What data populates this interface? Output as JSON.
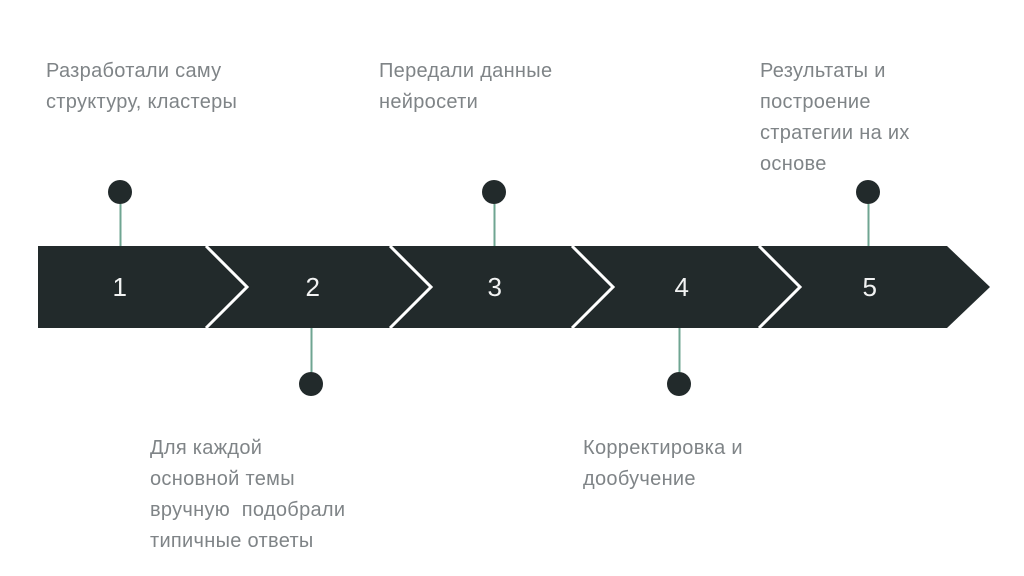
{
  "timeline": {
    "steps": [
      {
        "number": "1",
        "label": "Разработали саму\nструктуру, кластеры",
        "label_position": "top"
      },
      {
        "number": "2",
        "label": "Для каждой\nосновной темы\nвручную  подобрали\nтипичные ответы",
        "label_position": "bottom"
      },
      {
        "number": "3",
        "label": "Передали данные\nнейросети",
        "label_position": "top"
      },
      {
        "number": "4",
        "label": "Корректировка и\nдообучение",
        "label_position": "bottom"
      },
      {
        "number": "5",
        "label": "Результаты и\nпостроение\nстратегии на их\nоснове",
        "label_position": "top"
      }
    ]
  },
  "colors": {
    "band": "#222a2b",
    "separator": "#ffffff",
    "connector": "#6fa592",
    "dot": "#222a2b",
    "label_text": "#7f8487",
    "number_text": "#f2f3f3",
    "background": "#ffffff"
  }
}
